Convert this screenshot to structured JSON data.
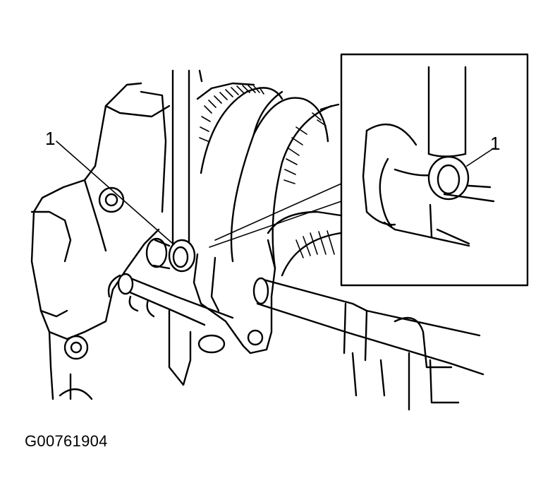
{
  "callouts": {
    "main_label": "1",
    "inset_label": "1"
  },
  "figure_code": "G00761904"
}
